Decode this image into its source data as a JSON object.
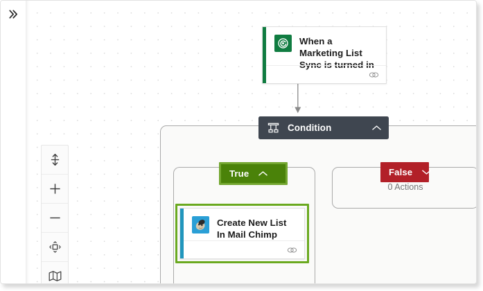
{
  "window": {
    "expand_panel_icon": "chevron-double-right-icon"
  },
  "zoom_toolbar": {
    "buttons": [
      {
        "name": "fit-to-screen",
        "icon": "fit-to-screen-icon",
        "label": ""
      },
      {
        "name": "zoom-in",
        "icon": "plus-icon",
        "label": ""
      },
      {
        "name": "zoom-out",
        "icon": "minus-icon",
        "label": ""
      },
      {
        "name": "reset-view",
        "icon": "reset-view-icon",
        "label": ""
      },
      {
        "name": "minimap",
        "icon": "map-icon",
        "label": ""
      }
    ]
  },
  "flow": {
    "trigger": {
      "title": "When a Marketing List Sync is turned in",
      "icon": "dynamics-marketing-icon",
      "icon_bg": "#107c41",
      "accent_color": "#107c41",
      "footer_icon": "link-icon"
    },
    "condition": {
      "label": "Condition",
      "icon": "condition-branch-icon",
      "chevron": "chevron-up-icon",
      "background": "#3f4650",
      "expanded": true
    },
    "branches": [
      {
        "name": "true",
        "label": "True",
        "chevron": "chevron-up-icon",
        "color": "#4a8209",
        "selection_color": "#73a630",
        "expanded": true,
        "actions": [
          {
            "title": "Create New List In Mail Chimp",
            "icon": "mailchimp-icon",
            "icon_bg": "#2a9fd6",
            "accent_color": "#2196bd",
            "footer_icon": "link-icon",
            "selected": true,
            "selection_color": "#6aa91f"
          }
        ]
      },
      {
        "name": "false",
        "label": "False",
        "chevron": "chevron-down-icon",
        "color": "#b22028",
        "expanded": false,
        "actions_summary": "0 Actions"
      }
    ]
  }
}
